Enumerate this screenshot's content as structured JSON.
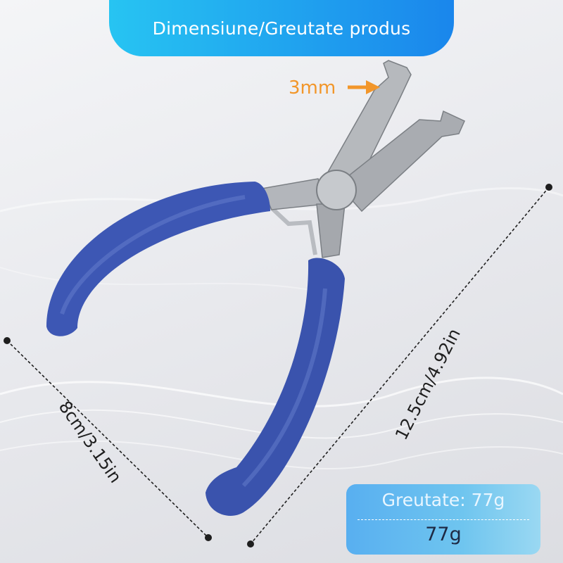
{
  "header": {
    "title": "Dimensiune/Greutate produs"
  },
  "product": {
    "name_icon": "pliers-icon"
  },
  "dimensions": {
    "tip": "3mm",
    "width": "8cm/3.15in",
    "length": "12.5cm/4.92in"
  },
  "weight_card": {
    "label": "Greutate: 77g",
    "value": "77g"
  },
  "colors": {
    "header_start": "#27c4f2",
    "header_end": "#1a86ec",
    "handle": "#3d57b4",
    "tip_arrow": "#f2962a",
    "card": "#58aff0"
  }
}
